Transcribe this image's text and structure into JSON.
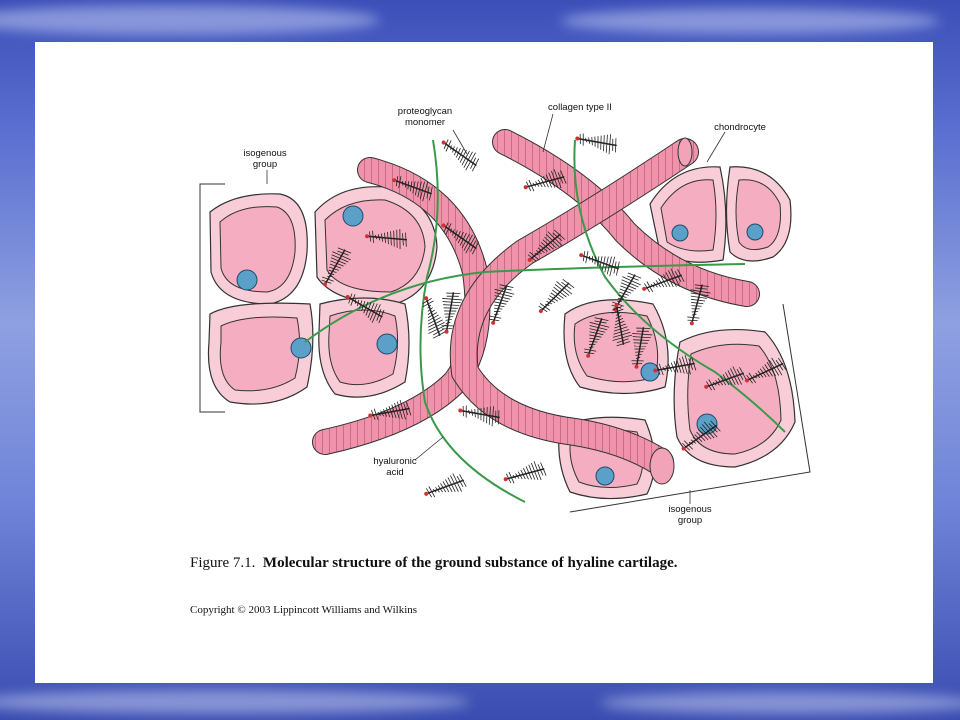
{
  "colors": {
    "background": "#4a5ec4",
    "slide": "#ffffff",
    "cell_fill": "#f7b6c6",
    "cell_capsule": "#f9cdd8",
    "fiber": "#e88aa2",
    "fiber_stripe": "#c9607c",
    "nucleus": "#5aa0c8",
    "hyaluronic_acid": "#3a9a4a",
    "link_dot": "#d03030"
  },
  "figure": {
    "labels": {
      "proteoglycan_monomer": [
        "proteoglycan",
        "monomer"
      ],
      "collagen": "collagen type II",
      "chondrocyte": "chondrocyte",
      "isogenous_group_left": [
        "isogenous",
        "group"
      ],
      "isogenous_group_right": [
        "isogenous",
        "group"
      ],
      "hyaluronic_acid": [
        "hyaluronic",
        "acid"
      ]
    },
    "icons": [
      "chondrocyte-cell",
      "collagen-fiber",
      "proteoglycan-bristle",
      "hyaluronic-acid-strand"
    ]
  },
  "caption": {
    "number": "Figure 7.1.",
    "title": "Molecular structure of the ground substance of hyaline cartilage."
  },
  "copyright": "Copyright © 2003 Lippincott Williams and Wilkins"
}
